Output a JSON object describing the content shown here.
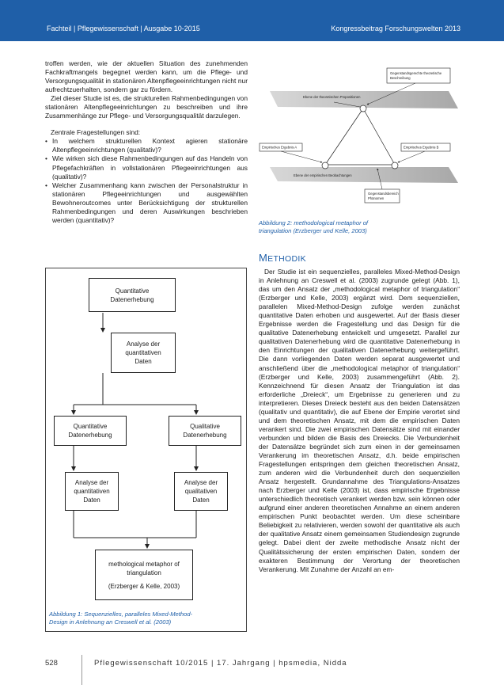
{
  "header": {
    "left": "Fachteil | Pflegewissenschaft | Ausgabe 10-2015",
    "right": "Kongressbeitrag Forschungswelten 2013"
  },
  "left_column": {
    "p1": "troffen werden, wie der aktuellen Situation des zunehmenden Fachkraftmangels begegnet werden kann, um die Pflege- und Versorgungsqualität in stationären Altenpflegeeinrichtungen nicht nur aufrechtzuerhalten, sondern gar zu fördern.",
    "p2": "Ziel dieser Studie ist es, die strukturellen Rahmenbedingungen von stationären Altenpflegeeinrichtungen zu beschreiben und ihre Zusammenhänge zur Pflege- und Versorgungsqualität darzulegen.",
    "p3": "Zentrale Fragestellungen sind:",
    "questions": [
      "In welchem strukturellen Kontext agieren stationäre Altenpflegeeinrichtungen (qualitativ)?",
      "Wie wirken sich diese Rahmenbedingungen auf das Handeln von Pflegefachkräften in vollstationären Pflegeeinrichtungen aus (qualitativ)?",
      "Welcher Zusammenhang kann zwischen der Personalstruktur in stationären Pflegeeinrichtungen und ausgewählten Bewohneroutcomes unter Berücksichtigung der strukturellen Rahmenbedingungen und deren Auswirkungen beschrieben werden (quantitativ)?"
    ]
  },
  "figure1": {
    "box1": [
      "Quantitative",
      "Datenerhebung"
    ],
    "box2": [
      "Analyse der",
      "quantitativen",
      "Daten"
    ],
    "box3": [
      "Quantitative",
      "Datenerhebung"
    ],
    "box4": [
      "Qualitative",
      "Datenerhebung"
    ],
    "box5": [
      "Analyse der",
      "quantitativen",
      "Daten"
    ],
    "box6": [
      "Analyse der",
      "qualitativen",
      "Daten"
    ],
    "box7": [
      "methological metaphor of",
      "triangulation",
      "(Erzberger & Kelle, 2003)"
    ],
    "caption": [
      "Abbildung 1: Sequenzielles, paralleles Mixed-Method-",
      "Design in Anlehnung an Creswell et al. (2003)"
    ]
  },
  "figure2": {
    "label_top": [
      "Gegenstandsgerechte theoretische",
      "Beschreibung"
    ],
    "label_upper_plane": "Ebene der theoretischen Propositionen",
    "label_left": "Empirisches Ergebnis A",
    "label_right": "Empirisches Ergebnis B",
    "label_lower_plane": "Ebene der empirischen Beobachtungen",
    "label_bottom": [
      "Gegenstandsbereich",
      "Phänomen"
    ],
    "caption": [
      "Abbildung 2: methodological metaphor of",
      "triangulation (Erzberger und Kelle, 2003)"
    ]
  },
  "section": {
    "title_first": "M",
    "title_rest": "ETHODIK",
    "body": "Der Studie ist ein sequenzielles, paralleles Mixed-Method-Design in Anlehnung an Creswell et al. (2003) zugrunde gelegt (Abb. 1), das um den Ansatz der „methodological metaphor of triangulation“ (Erzberger und Kelle, 2003) ergänzt wird. Dem sequenziellen, parallelen Mixed-Method-Design zufolge werden zunächst quantitative Daten erhoben und ausgewertet. Auf der Basis dieser Ergebnisse werden die Fragestellung und das Design für die qualitative Datenerhebung entwickelt und umgesetzt. Parallel zur qualitativen Datenerhebung wird die quantitative Datenerhebung in den Einrichtungen der qualitativen Datenerhebung weitergeführt. Die dann vorliegenden Daten werden separat ausgewertet und anschließend über die „methodological metaphor of triangulation“ (Erzberger und Kelle, 2003) zusammengeführt (Abb. 2). Kennzeichnend für diesen Ansatz der Triangulation ist das erforderliche „Dreieck“, um Ergebnisse zu generieren und zu interpretieren. Dieses Dreieck besteht aus den beiden Datensätzen (qualitativ und quantitativ), die auf Ebene der Empirie verortet sind und dem theoretischen Ansatz, mit dem die empirischen Daten verankert sind. Die zwei empirischen Datensätze sind mit einander verbunden und bilden die Basis des Dreiecks. Die Verbundenheit der Datensätze begründet sich zum einen in der gemeinsamen Verankerung im theoretischen Ansatz, d.h. beide empirischen Fragestellungen entspringen dem gleichen theoretischen Ansatz, zum anderen wird die Verbundenheit durch den sequenziellen Ansatz hergestellt. Grundannahme des Triangulations-Ansatzes nach Erzberger und Kelle (2003) ist, dass empirische Ergebnisse unterschiedlich theoretisch verankert werden bzw. sein können oder aufgrund einer anderen theoretischen Annahme an einem anderen empirischen Punkt beobachtet werden. Um diese scheinbare Beliebigkeit zu relativieren, werden sowohl der quantitative als auch der qualitative Ansatz einem gemeinsamen Studiendesign zugrunde gelegt. Dabei dient der zweite methodische Ansatz nicht der Qualitätssicherung der ersten empirischen Daten, sondern der exakteren Bestimmung der Verortung der theoretischen Verankerung. Mit Zunahme der Anzahl an em-"
  },
  "footer": {
    "page_number": "528",
    "text": "Pflegewissenschaft 10/2015 | 17. Jahrgang | hpsmedia, Nidda"
  },
  "colors": {
    "accent": "#1f5fa8",
    "text": "#1a1a1a"
  }
}
